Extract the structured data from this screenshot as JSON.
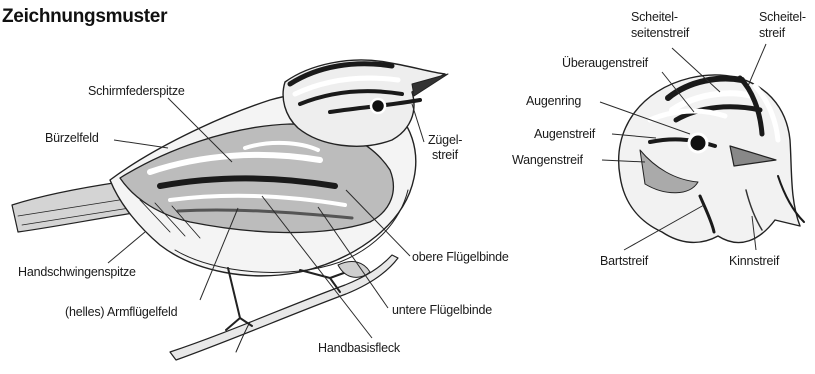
{
  "title": "Zeichnungsmuster",
  "labels": {
    "schirmfederspitze": "Schirmfederspitze",
    "buerzelfeld": "Bürzelfeld",
    "zuegelstreif_1": "Zügel-",
    "zuegelstreif_2": "streif",
    "handschwingenspitze": "Handschwingenspitze",
    "armfluegelfeld": "(helles) Armflügelfeld",
    "obere_fluegelbinde": "obere Flügelbinde",
    "untere_fluegelbinde": "untere Flügelbinde",
    "handbasisfleck": "Handbasisfleck",
    "scheitelseitenstreif_1": "Scheitel-",
    "scheitelseitenstreif_2": "seitenstreif",
    "scheitelstreif_1": "Scheitel-",
    "scheitelstreif_2": "streif",
    "ueberaugenstreif": "Überaugenstreif",
    "augenring": "Augenring",
    "augenstreif": "Augenstreif",
    "wangenstreif": "Wangenstreif",
    "bartstreif": "Bartstreif",
    "kinnstreif": "Kinnstreif"
  },
  "illustrations": {
    "left": "bird-side-view-illustration",
    "right": "bird-head-front-view-illustration"
  }
}
